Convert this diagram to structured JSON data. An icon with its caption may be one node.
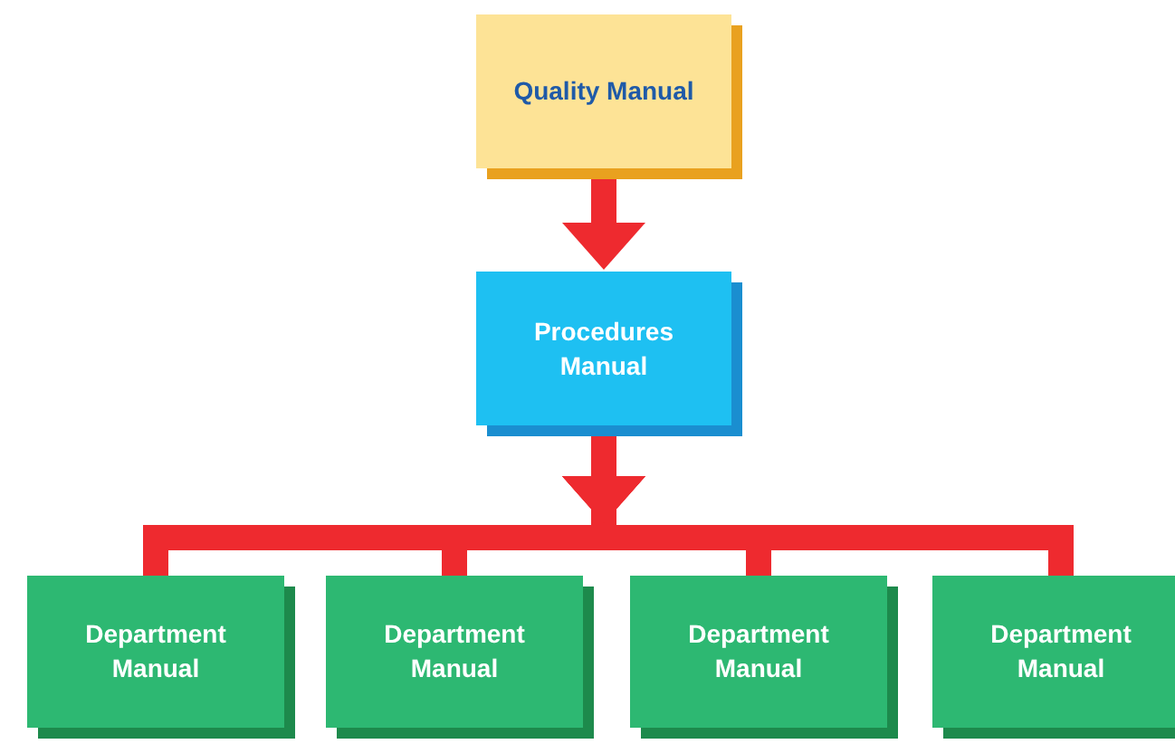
{
  "diagram": {
    "nodes": [
      {
        "text": [
          "Quality Manual"
        ]
      },
      {
        "text": [
          "Procedures Manual"
        ]
      },
      {
        "text": [
          "Department Manual"
        ]
      },
      {
        "text": [
          "Department Manual"
        ]
      },
      {
        "text": [
          "Department Manual"
        ]
      },
      {
        "text": [
          "Department Manual"
        ]
      }
    ],
    "edges": [
      {
        "from": 0,
        "to": 1,
        "arrow": "to"
      },
      {
        "from": 1,
        "to": 2,
        "arrow": "to"
      },
      {
        "from": 1,
        "to": 3,
        "arrow": "to"
      },
      {
        "from": 1,
        "to": 4,
        "arrow": "to"
      },
      {
        "from": 1,
        "to": 5,
        "arrow": "to"
      }
    ]
  }
}
